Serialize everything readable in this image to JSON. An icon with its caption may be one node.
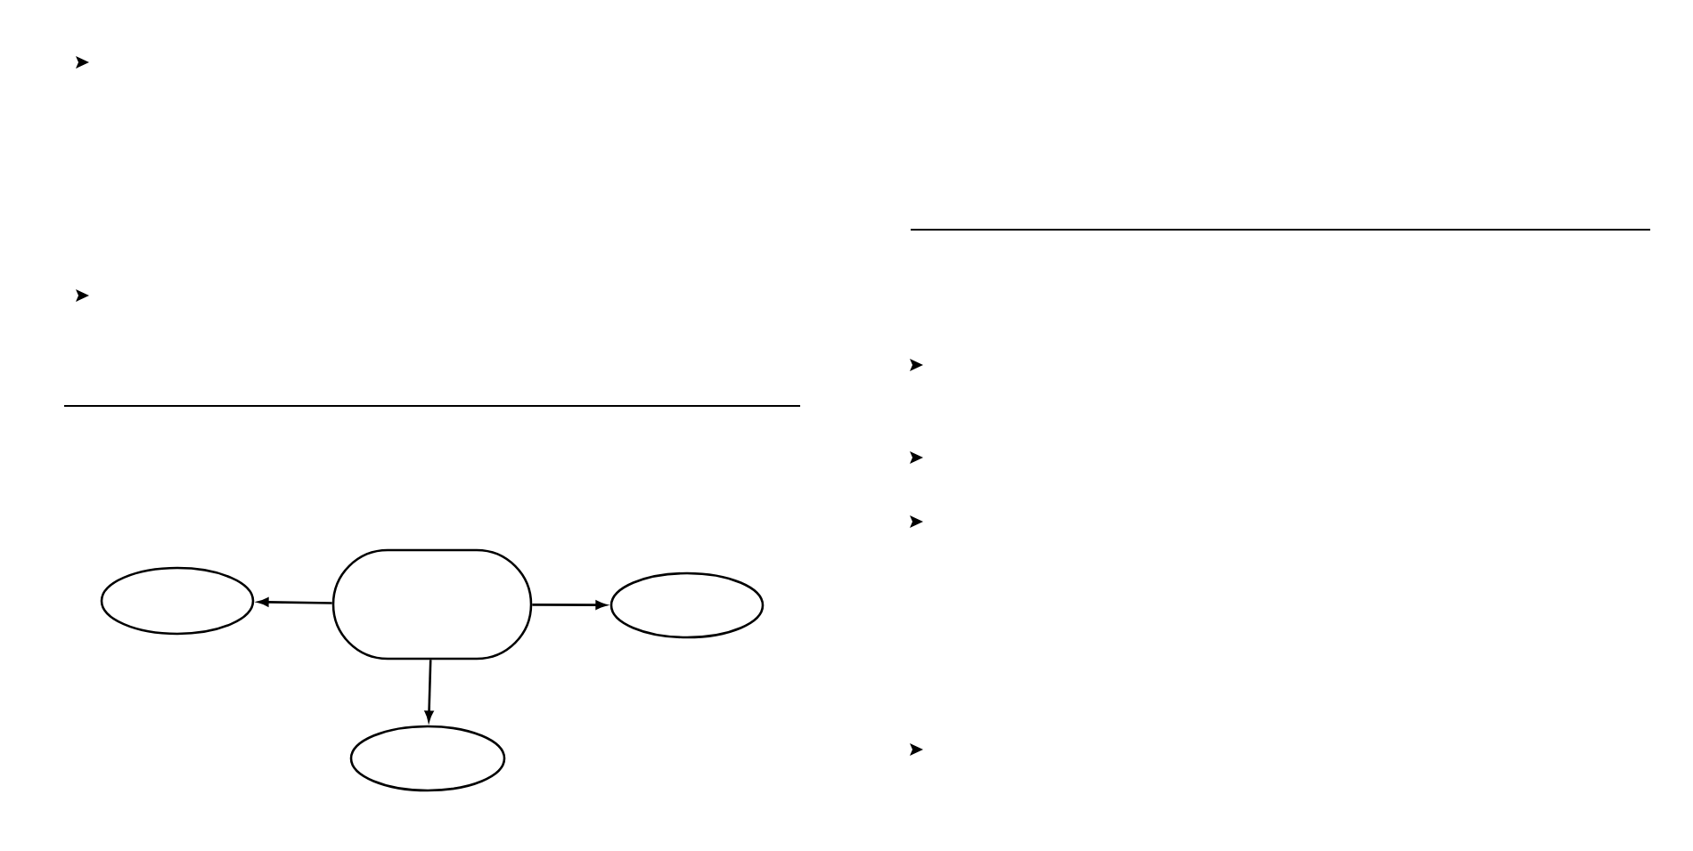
{
  "diagram": {
    "nodes": [
      {
        "text": [],
        "shape": "box"
      },
      {
        "text": [],
        "shape": "ellipse"
      },
      {
        "text": [],
        "shape": "ellipse"
      },
      {
        "text": [],
        "shape": "ellipse"
      }
    ],
    "edges": [
      {
        "from": 0,
        "to": 1,
        "arrow": "to"
      },
      {
        "from": 0,
        "to": 2,
        "arrow": "to"
      },
      {
        "from": 0,
        "to": 3,
        "arrow": "to"
      }
    ]
  }
}
